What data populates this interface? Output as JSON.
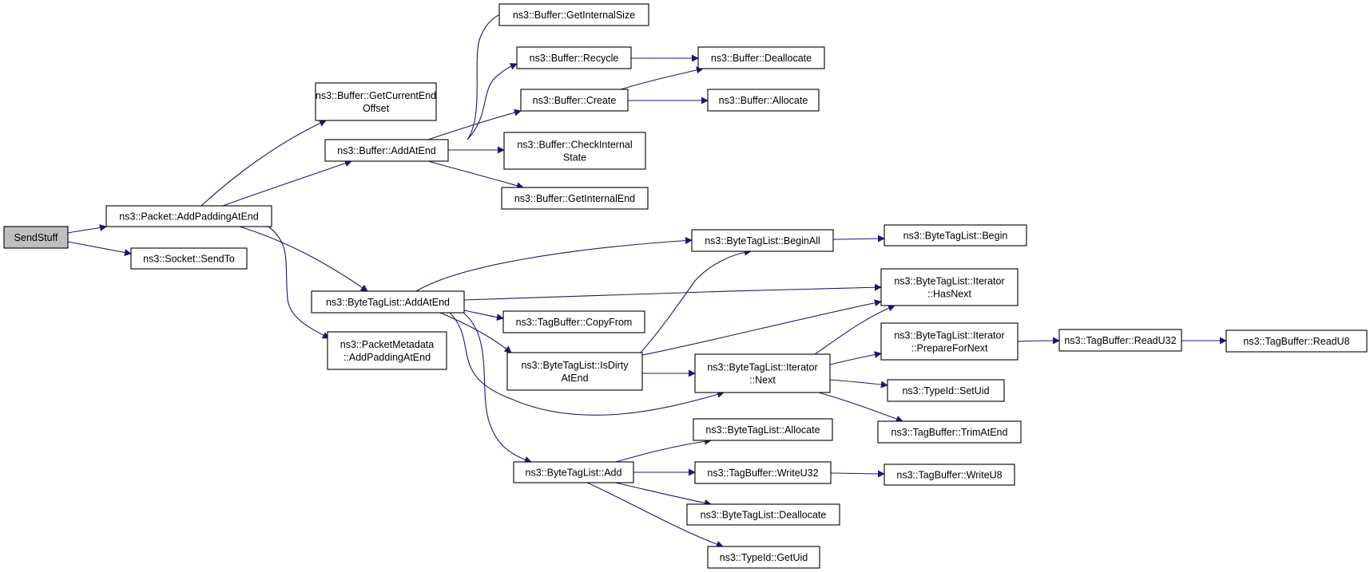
{
  "graph": {
    "edge_color": "#191970",
    "root_fill": "#bfbfbf",
    "nodes": {
      "sendstuff": {
        "lines": [
          "SendStuff"
        ],
        "root": true
      },
      "packet_addpadding": {
        "lines": [
          "ns3::Packet::AddPaddingAtEnd"
        ]
      },
      "socket_sendto": {
        "lines": [
          "ns3::Socket::SendTo"
        ]
      },
      "buffer_getcurrentendoffset": {
        "lines": [
          "ns3::Buffer::GetCurrentEnd",
          "Offset"
        ]
      },
      "buffer_addatend": {
        "lines": [
          "ns3::Buffer::AddAtEnd"
        ]
      },
      "bytetaglist_addatend": {
        "lines": [
          "ns3::ByteTagList::AddAtEnd"
        ]
      },
      "packetmetadata_addpadding": {
        "lines": [
          "ns3::PacketMetadata",
          "::AddPaddingAtEnd"
        ]
      },
      "buffer_getinternalsize": {
        "lines": [
          "ns3::Buffer::GetInternalSize"
        ]
      },
      "buffer_recycle": {
        "lines": [
          "ns3::Buffer::Recycle"
        ]
      },
      "buffer_create": {
        "lines": [
          "ns3::Buffer::Create"
        ]
      },
      "buffer_checkinternalstate": {
        "lines": [
          "ns3::Buffer::CheckInternal",
          "State"
        ]
      },
      "buffer_getinternalend": {
        "lines": [
          "ns3::Buffer::GetInternalEnd"
        ]
      },
      "buffer_deallocate": {
        "lines": [
          "ns3::Buffer::Deallocate"
        ]
      },
      "buffer_allocate": {
        "lines": [
          "ns3::Buffer::Allocate"
        ]
      },
      "bytetaglist_beginall": {
        "lines": [
          "ns3::ByteTagList::BeginAll"
        ]
      },
      "tagbuffer_copyfrom": {
        "lines": [
          "ns3::TagBuffer::CopyFrom"
        ]
      },
      "bytetaglist_isdirtyatend": {
        "lines": [
          "ns3::ByteTagList::IsDirty",
          "AtEnd"
        ]
      },
      "bytetaglist_add": {
        "lines": [
          "ns3::ByteTagList::Add"
        ]
      },
      "bytetaglist_begin": {
        "lines": [
          "ns3::ByteTagList::Begin"
        ]
      },
      "iterator_hasnext": {
        "lines": [
          "ns3::ByteTagList::Iterator",
          "::HasNext"
        ]
      },
      "iterator_next": {
        "lines": [
          "ns3::ByteTagList::Iterator",
          "::Next"
        ]
      },
      "iterator_preparefornext": {
        "lines": [
          "ns3::ByteTagList::Iterator",
          "::PrepareForNext"
        ]
      },
      "typeid_setuid": {
        "lines": [
          "ns3::TypeId::SetUid"
        ]
      },
      "tagbuffer_trimatend": {
        "lines": [
          "ns3::TagBuffer::TrimAtEnd"
        ]
      },
      "tagbuffer_readu32": {
        "lines": [
          "ns3::TagBuffer::ReadU32"
        ]
      },
      "tagbuffer_readu8": {
        "lines": [
          "ns3::TagBuffer::ReadU8"
        ]
      },
      "bytetaglist_allocate": {
        "lines": [
          "ns3::ByteTagList::Allocate"
        ]
      },
      "tagbuffer_writeu32": {
        "lines": [
          "ns3::TagBuffer::WriteU32"
        ]
      },
      "bytetaglist_deallocate": {
        "lines": [
          "ns3::ByteTagList::Deallocate"
        ]
      },
      "typeid_getuid": {
        "lines": [
          "ns3::TypeId::GetUid"
        ]
      },
      "tagbuffer_writeu8": {
        "lines": [
          "ns3::TagBuffer::WriteU8"
        ]
      }
    },
    "edges": [
      [
        "sendstuff",
        "packet_addpadding"
      ],
      [
        "sendstuff",
        "socket_sendto"
      ],
      [
        "packet_addpadding",
        "buffer_getcurrentendoffset"
      ],
      [
        "packet_addpadding",
        "buffer_addatend"
      ],
      [
        "packet_addpadding",
        "bytetaglist_addatend"
      ],
      [
        "packet_addpadding",
        "packetmetadata_addpadding"
      ],
      [
        "buffer_addatend",
        "buffer_getinternalsize"
      ],
      [
        "buffer_addatend",
        "buffer_recycle"
      ],
      [
        "buffer_addatend",
        "buffer_create"
      ],
      [
        "buffer_addatend",
        "buffer_checkinternalstate"
      ],
      [
        "buffer_addatend",
        "buffer_getinternalend"
      ],
      [
        "buffer_recycle",
        "buffer_deallocate"
      ],
      [
        "buffer_create",
        "buffer_deallocate"
      ],
      [
        "buffer_create",
        "buffer_allocate"
      ],
      [
        "bytetaglist_addatend",
        "bytetaglist_beginall"
      ],
      [
        "bytetaglist_addatend",
        "iterator_hasnext"
      ],
      [
        "bytetaglist_addatend",
        "tagbuffer_copyfrom"
      ],
      [
        "bytetaglist_addatend",
        "bytetaglist_isdirtyatend"
      ],
      [
        "bytetaglist_addatend",
        "iterator_next"
      ],
      [
        "bytetaglist_addatend",
        "bytetaglist_add"
      ],
      [
        "bytetaglist_beginall",
        "bytetaglist_begin"
      ],
      [
        "bytetaglist_isdirtyatend",
        "bytetaglist_beginall"
      ],
      [
        "bytetaglist_isdirtyatend",
        "iterator_hasnext"
      ],
      [
        "bytetaglist_isdirtyatend",
        "iterator_next"
      ],
      [
        "iterator_next",
        "iterator_hasnext"
      ],
      [
        "iterator_next",
        "iterator_preparefornext"
      ],
      [
        "iterator_next",
        "typeid_setuid"
      ],
      [
        "iterator_next",
        "tagbuffer_trimatend"
      ],
      [
        "iterator_preparefornext",
        "tagbuffer_readu32"
      ],
      [
        "tagbuffer_readu32",
        "tagbuffer_readu8"
      ],
      [
        "bytetaglist_add",
        "bytetaglist_allocate"
      ],
      [
        "bytetaglist_add",
        "tagbuffer_writeu32"
      ],
      [
        "bytetaglist_add",
        "bytetaglist_deallocate"
      ],
      [
        "bytetaglist_add",
        "typeid_getuid"
      ],
      [
        "tagbuffer_writeu32",
        "tagbuffer_writeu8"
      ]
    ]
  }
}
